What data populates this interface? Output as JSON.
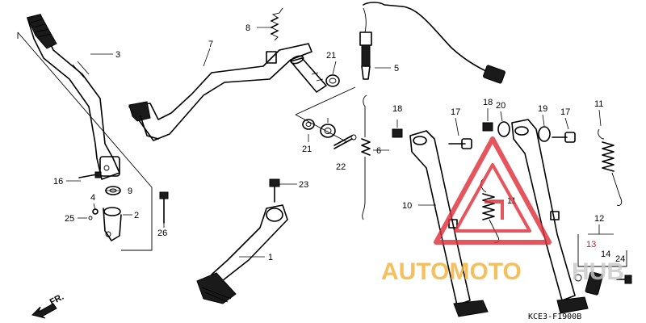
{
  "callouts": {
    "c1": "1",
    "c2": "2",
    "c3": "3",
    "c4": "4",
    "c5": "5",
    "c6": "6",
    "c7": "7",
    "c8": "8",
    "c9": "9",
    "c10": "10",
    "c11a": "11",
    "c11b": "11",
    "c12": "12",
    "c13": "13",
    "c14": "14",
    "c16": "16",
    "c17a": "17",
    "c17b": "17",
    "c18a": "18",
    "c18b": "18",
    "c19": "19",
    "c20": "20",
    "c21a": "21",
    "c21b": "21",
    "c22": "22",
    "c23": "23",
    "c24": "24",
    "c25": "25",
    "c26": "26"
  },
  "direction_label": "FR.",
  "diagram_code": "KCE3-F1900B",
  "watermark": {
    "text_primary": "AUTOMOTO",
    "text_secondary": "HUB",
    "color_primary": "#f2b13c",
    "color_secondary": "#c9c9c9",
    "logo_color": "#e0303a"
  }
}
